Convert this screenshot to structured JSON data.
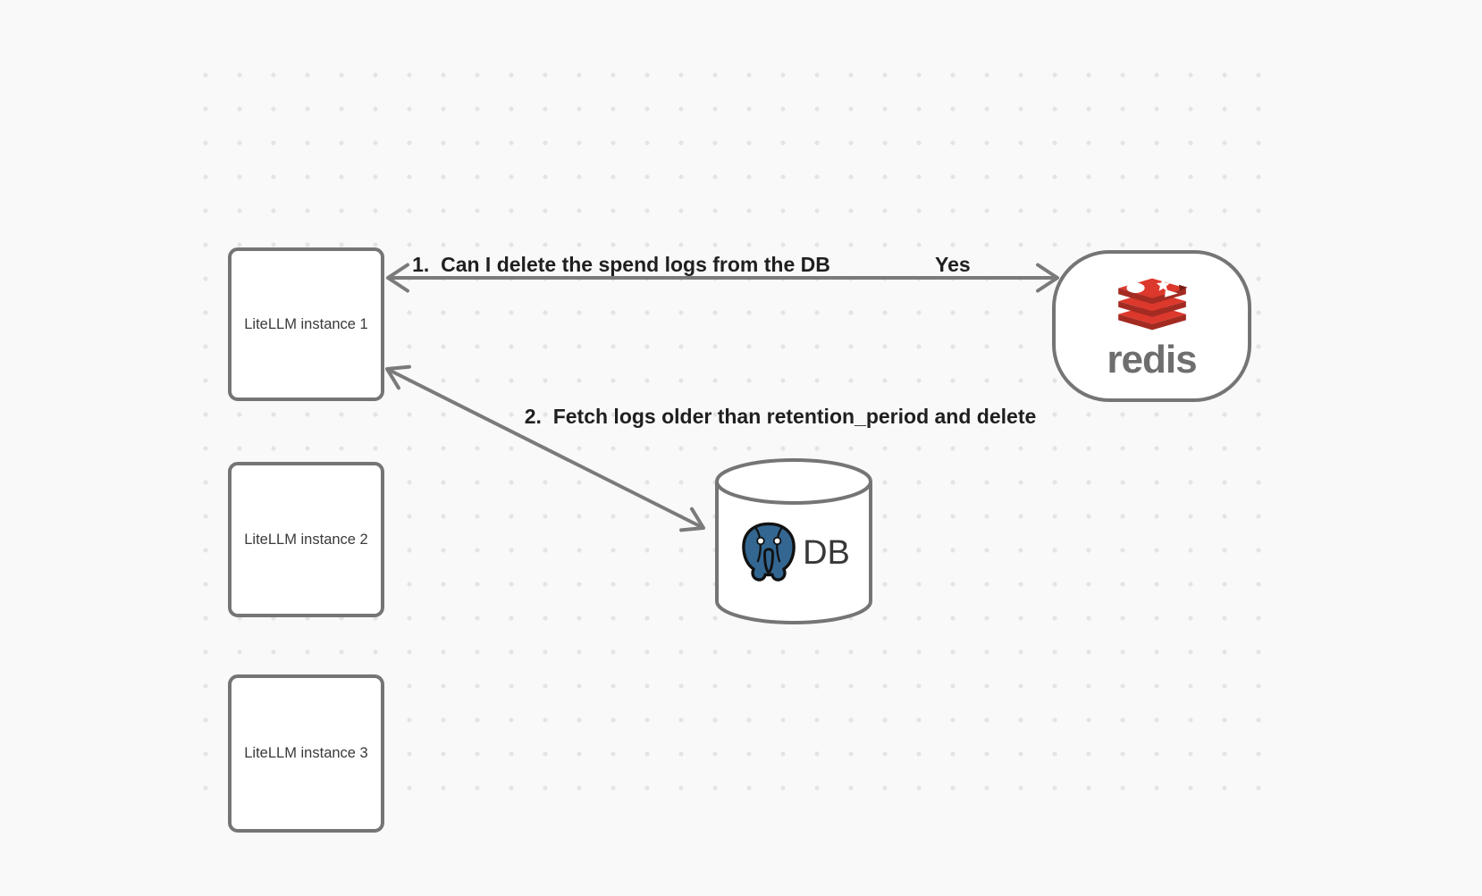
{
  "diagram": {
    "instances": [
      {
        "label": "LiteLLM instance 1"
      },
      {
        "label": "LiteLLM instance 2"
      },
      {
        "label": "LiteLLM instance 3"
      }
    ],
    "redis": {
      "wordmark": "redis",
      "icon": "redis-cube-stack-icon"
    },
    "db": {
      "label": "DB",
      "icon": "postgresql-elephant-icon"
    },
    "arrows": {
      "step1": {
        "label": "1.  Can I delete the spend logs from the DB",
        "response": "Yes"
      },
      "step2": {
        "label": "2.  Fetch logs older than retention_period and delete"
      }
    },
    "colors": {
      "background": "#f9f9f9",
      "grid_dot": "#e4e4e4",
      "stroke_gray": "#757575",
      "arrow_gray": "#7a7a7a",
      "label_text": "#1f1f1f",
      "node_text": "#3a3a3a",
      "redis_red": "#dc382c",
      "redis_dark_red": "#a32b22",
      "redis_wordmark_gray": "#6e6e6e",
      "postgres_blue": "#336791",
      "db_text": "#383838"
    }
  }
}
